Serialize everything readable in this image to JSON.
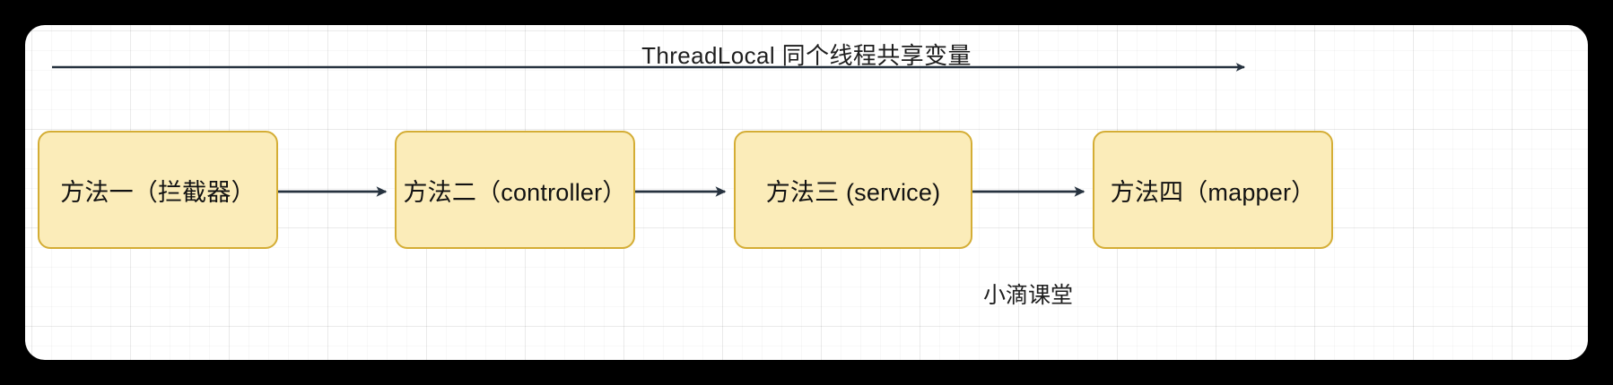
{
  "diagram": {
    "title": "ThreadLocal 同个线程共享变量",
    "watermark": "小滴课堂",
    "colors": {
      "page_background": "#000000",
      "canvas_background": "#ffffff",
      "node_fill": "#fbecb9",
      "node_border": "#d4ad35",
      "arrow": "#26323f",
      "text": "#121212",
      "grid_line": "#e8e8e8"
    },
    "flow_arrow": {
      "name": "threadlocal-scope-arrow",
      "direction": "left-to-right",
      "style": "solid-single-head"
    },
    "nodes": [
      {
        "id": "node-0",
        "label": "方法一（拦截器）"
      },
      {
        "id": "node-1",
        "label": "方法二（controller）"
      },
      {
        "id": "node-2",
        "label": "方法三 (service)"
      },
      {
        "id": "node-3",
        "label": "方法四（mapper）"
      }
    ],
    "connectors": [
      {
        "id": "conn-0",
        "from": "node-0",
        "to": "node-1"
      },
      {
        "id": "conn-1",
        "from": "node-1",
        "to": "node-2"
      },
      {
        "id": "conn-2",
        "from": "node-2",
        "to": "node-3"
      }
    ]
  }
}
